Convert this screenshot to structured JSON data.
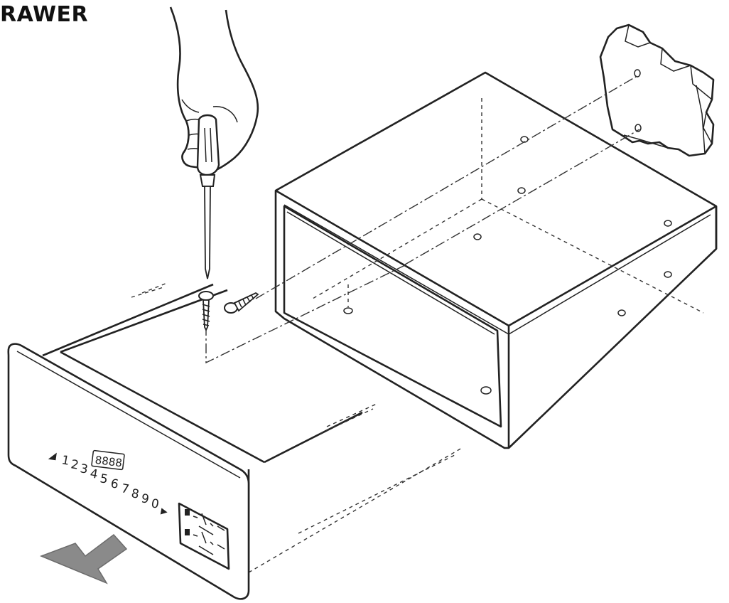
{
  "page": {
    "title": "RAWER"
  },
  "panel": {
    "display_digits": "8888",
    "keypad_digits": [
      "1",
      "2",
      "3",
      "4",
      "5",
      "6",
      "7",
      "8",
      "9",
      "0"
    ]
  },
  "colors": {
    "line": "#222222",
    "arrow_fill": "#8a8a8a",
    "background": "#ffffff"
  },
  "icons": {
    "hand": "hand-holding-screwdriver-icon",
    "screw": "screw-icon",
    "arrow": "pull-out-arrow-icon",
    "wall": "wall-fragment-icon"
  }
}
